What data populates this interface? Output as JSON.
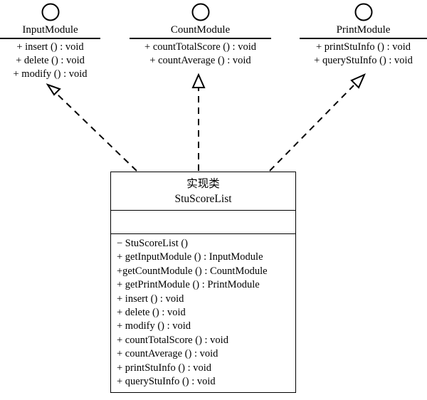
{
  "diagram": {
    "type": "uml-class-diagram",
    "title": "StuScoreList implementation class diagram",
    "stroke_color": "#000000",
    "background_color": "#ffffff",
    "relationship": "realization (dashed line, hollow triangle arrowhead)"
  },
  "interfaces": [
    {
      "icon": "interface-lollipop-circle",
      "name": "InputModule",
      "operations": [
        "+ insert () : void",
        "+ delete () : void",
        "+ modify () : void"
      ]
    },
    {
      "icon": "interface-lollipop-circle",
      "name": "CountModule",
      "operations": [
        "+ countTotalScore () : void",
        "+ countAverage () : void"
      ]
    },
    {
      "icon": "interface-lollipop-circle",
      "name": "PrintModule",
      "operations": [
        "+ printStuInfo () : void",
        "+ queryStuInfo () : void"
      ]
    }
  ],
  "implementation_class": {
    "stereotype": "实现类",
    "name": "StuScoreList",
    "attributes": [],
    "operations": [
      "− StuScoreList ()",
      "+ getInputModule () : InputModule",
      "+getCountModule () : CountModule",
      "+ getPrintModule () : PrintModule",
      "+ insert () : void",
      "+ delete () : void",
      "+ modify () : void",
      "+ countTotalScore () : void",
      "+ countAverage () : void",
      "+ printStuInfo () : void",
      "+ queryStuInfo () : void"
    ]
  }
}
